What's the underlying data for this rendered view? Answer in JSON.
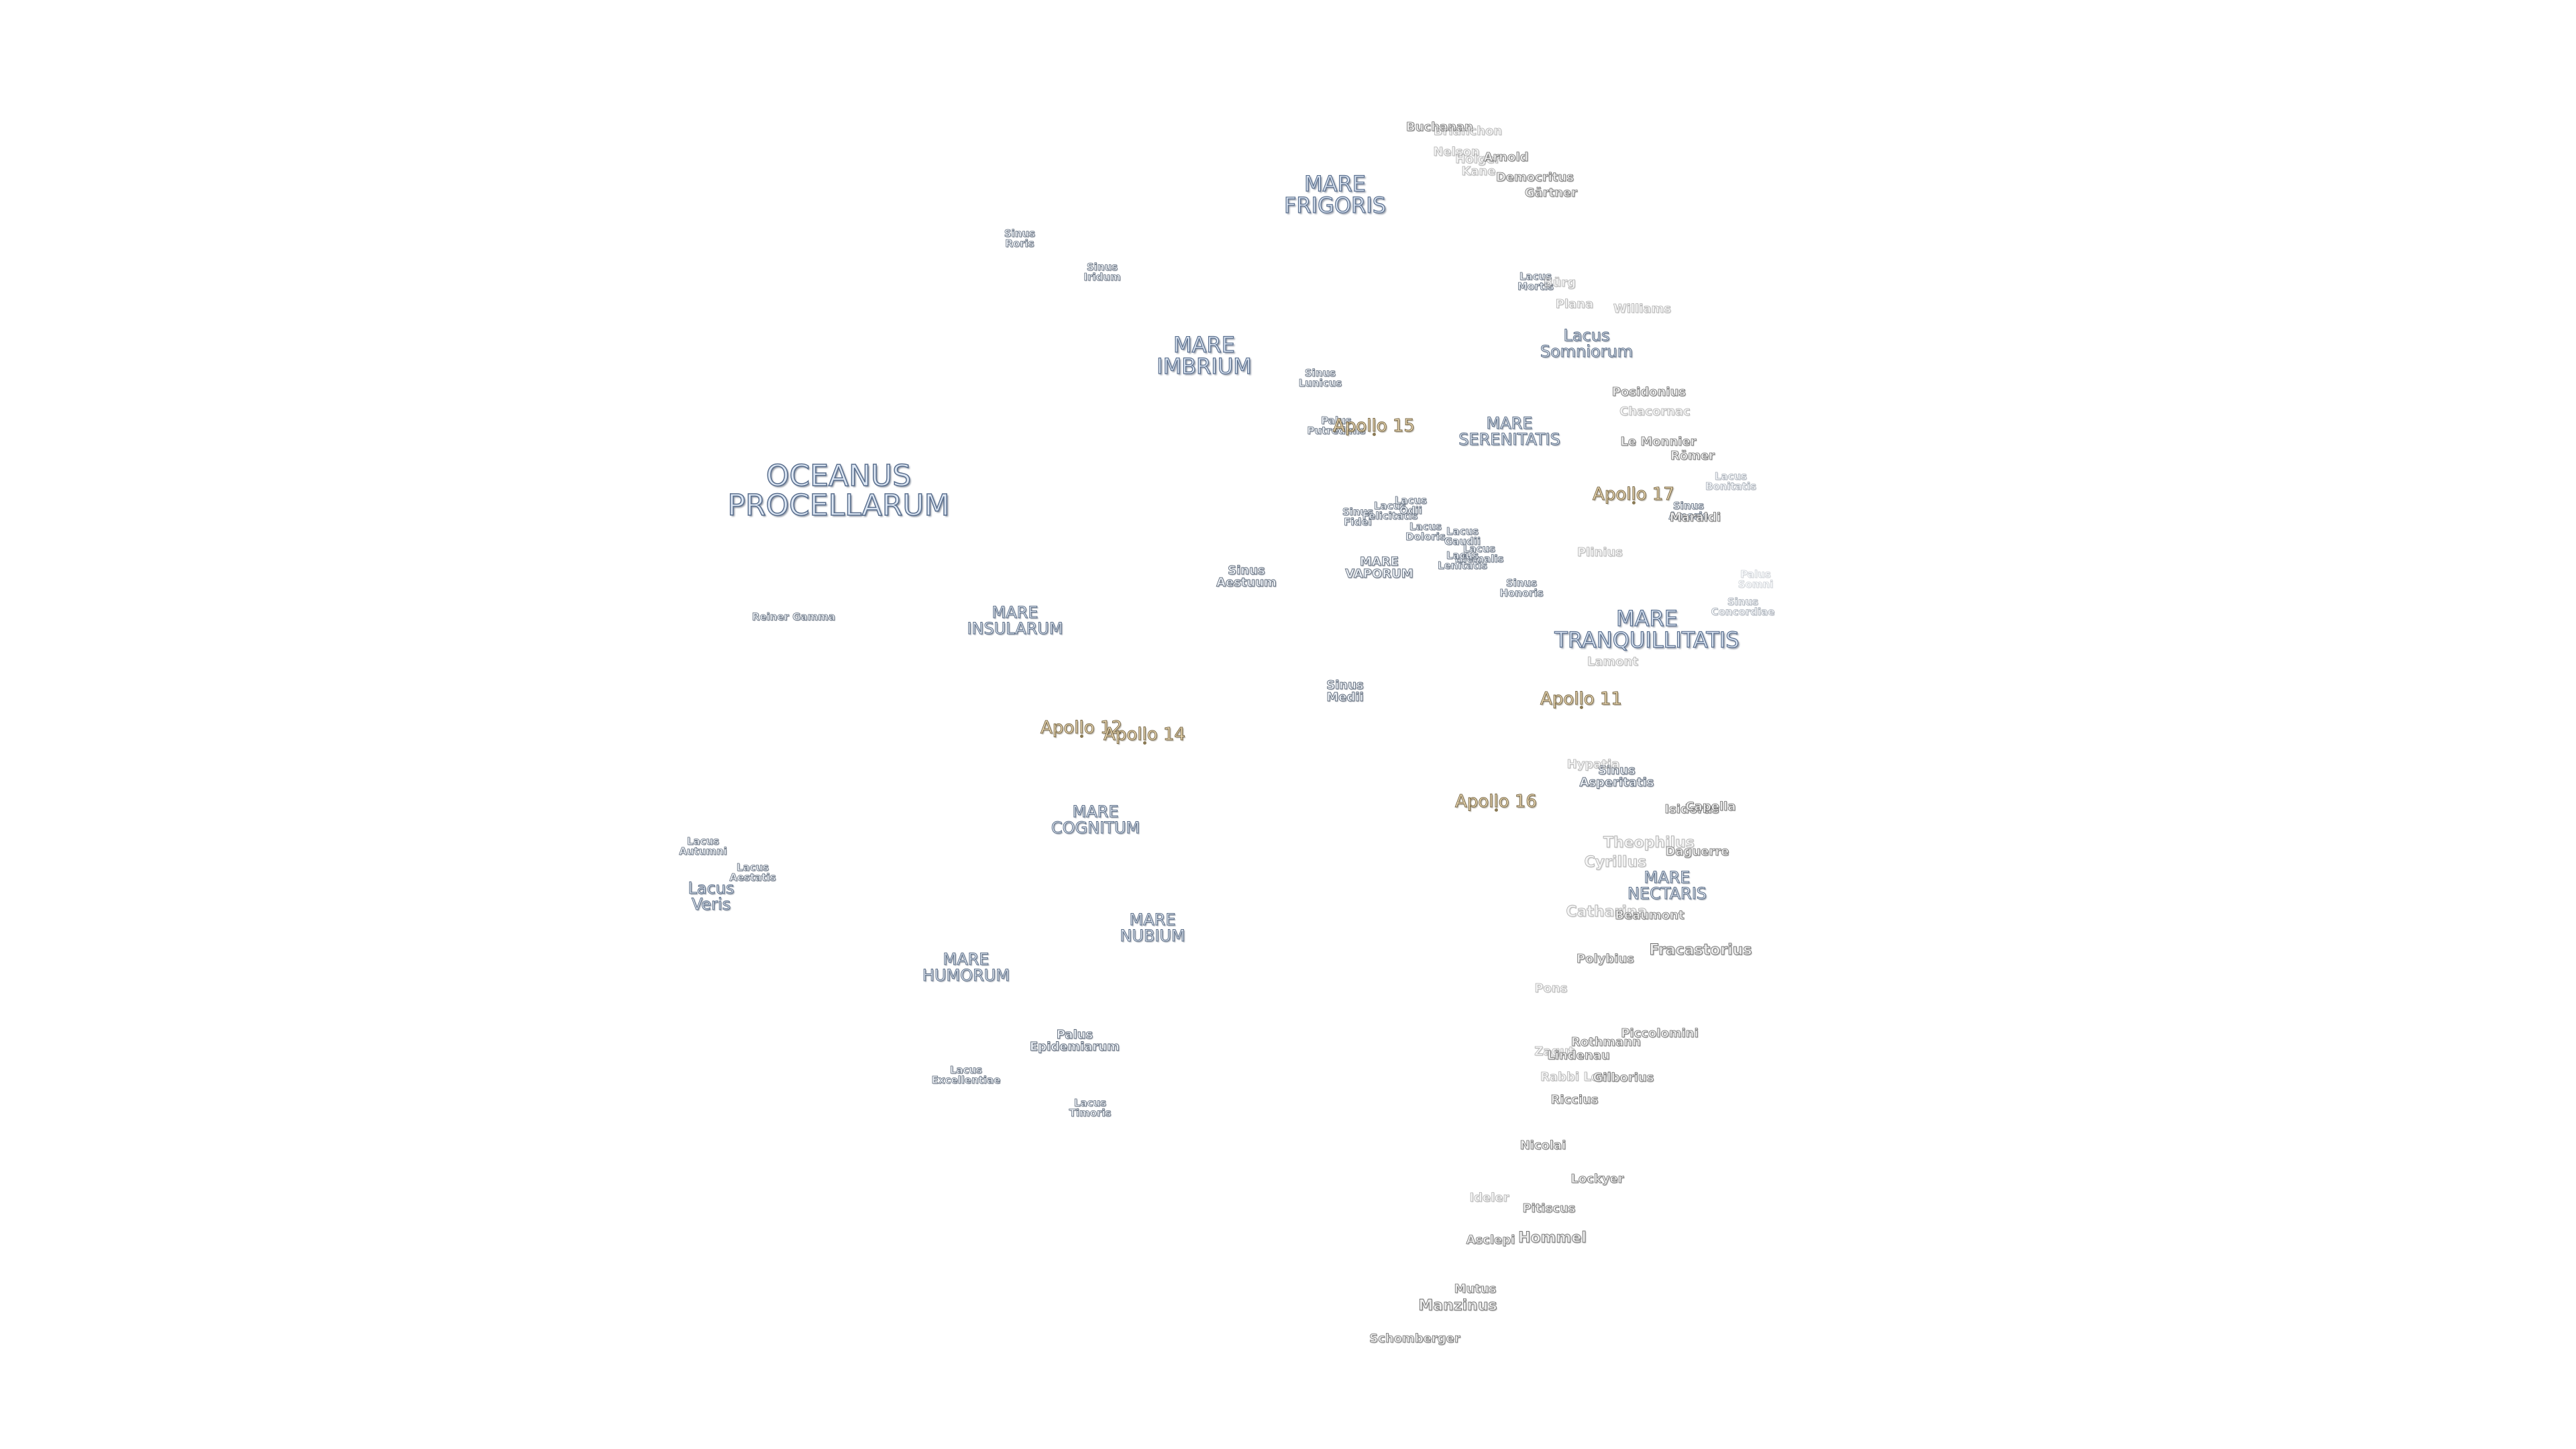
{
  "labels": [
    {
      "id": "oceanus-procellarum",
      "text": "OCEANUS\nPROCELLARUM",
      "kind": "mare-xl"
    },
    {
      "id": "mare-frigoris",
      "text": "MARE\nFRIGORIS",
      "kind": "mare-l"
    },
    {
      "id": "mare-imbrium",
      "text": "MARE\nIMBRIUM",
      "kind": "mare-l"
    },
    {
      "id": "mare-serenitatis",
      "text": "MARE\nSERENITATIS",
      "kind": "mare-m"
    },
    {
      "id": "mare-tranquillitatis",
      "text": "MARE\nTRANQUILLITATIS",
      "kind": "mare-l"
    },
    {
      "id": "mare-insularum",
      "text": "MARE\nINSULARUM",
      "kind": "mare-m"
    },
    {
      "id": "mare-cognitum",
      "text": "MARE\nCOGNITUM",
      "kind": "mare-m"
    },
    {
      "id": "mare-nubium",
      "text": "MARE\nNUBIUM",
      "kind": "mare-m"
    },
    {
      "id": "mare-humorum",
      "text": "MARE\nHUMORUM",
      "kind": "mare-m"
    },
    {
      "id": "mare-vaporum",
      "text": "MARE\nVAPORUM",
      "kind": "feat-s"
    },
    {
      "id": "mare-nectaris",
      "text": "MARE\nNECTARIS",
      "kind": "mare-m"
    },
    {
      "id": "sinus-roris",
      "text": "Sinus\nRoris",
      "kind": "feat-xs"
    },
    {
      "id": "sinus-iridum",
      "text": "Sinus\nIridum",
      "kind": "feat-xs"
    },
    {
      "id": "sinus-lunicus",
      "text": "Sinus\nLunicus",
      "kind": "feat-xs"
    },
    {
      "id": "palus-putredinis",
      "text": "Palus\nPutredinis",
      "kind": "feat-xs"
    },
    {
      "id": "sinus-aestuum",
      "text": "Sinus\nAestuum",
      "kind": "feat-s"
    },
    {
      "id": "sinus-medii",
      "text": "Sinus\nMedii",
      "kind": "feat-s"
    },
    {
      "id": "sinus-fidei",
      "text": "Sinus\nFidei",
      "kind": "feat-xs"
    },
    {
      "id": "lacus-felicitatis",
      "text": "Lacus\nFelicitatis",
      "kind": "feat-xs"
    },
    {
      "id": "lacus-odii",
      "text": "Lacus\nOdii",
      "kind": "feat-xs"
    },
    {
      "id": "lacus-doloris",
      "text": "Lacus\nDoloris",
      "kind": "feat-xs"
    },
    {
      "id": "lacus-gaudii",
      "text": "Lacus\nGaudii",
      "kind": "feat-xs"
    },
    {
      "id": "lacus-hiemalis",
      "text": "Lacus\nHiemalis",
      "kind": "feat-xs"
    },
    {
      "id": "lacus-lenitatis",
      "text": "Lacus\nLenitatis",
      "kind": "feat-xs"
    },
    {
      "id": "sinus-honoris",
      "text": "Sinus\nHonoris",
      "kind": "feat-xs"
    },
    {
      "id": "sinus-amoris",
      "text": "Sinus\nAmoris",
      "kind": "feat-xs"
    },
    {
      "id": "lacus-mortis",
      "text": "Lacus\nMortis",
      "kind": "feat-xs"
    },
    {
      "id": "lacus-somniorum",
      "text": "Lacus\nSomniorum",
      "kind": "mare-m"
    },
    {
      "id": "lacus-bonitatis",
      "text": "Lacus\nBonitatis",
      "kind": "feat-xs",
      "faint": 1
    },
    {
      "id": "palus-somni",
      "text": "Palus\nSomni",
      "kind": "feat-xs",
      "faint": 2
    },
    {
      "id": "sinus-concordiae",
      "text": "Sinus\nConcordiae",
      "kind": "feat-xs",
      "faint": 1
    },
    {
      "id": "sinus-asperitatis",
      "text": "Sinus\nAsperitatis",
      "kind": "feat-s"
    },
    {
      "id": "lacus-autumni",
      "text": "Lacus\nAutumni",
      "kind": "feat-xs"
    },
    {
      "id": "lacus-aestatis",
      "text": "Lacus\nAestatis",
      "kind": "feat-xs"
    },
    {
      "id": "lacus-veris",
      "text": "Lacus\nVeris",
      "kind": "mare-m"
    },
    {
      "id": "palus-epidemiarum",
      "text": "Palus\nEpidemiarum",
      "kind": "feat-s"
    },
    {
      "id": "lacus-excellentiae",
      "text": "Lacus\nExcellentiae",
      "kind": "feat-xs"
    },
    {
      "id": "lacus-timoris",
      "text": "Lacus\nTimoris",
      "kind": "feat-xs"
    },
    {
      "id": "reiner-gamma",
      "text": "Reiner Gamma",
      "kind": "feat-xs"
    },
    {
      "id": "buchanan",
      "text": "Buchanan",
      "kind": "crater"
    },
    {
      "id": "bilharz",
      "text": "Brianchon",
      "kind": "crater",
      "faint": 1
    },
    {
      "id": "nelson",
      "text": "Nelson",
      "kind": "crater",
      "faint": 1
    },
    {
      "id": "hargreaves",
      "text": "Holger",
      "kind": "crater",
      "faint": 1
    },
    {
      "id": "arnold",
      "text": "Arnold",
      "kind": "crater"
    },
    {
      "id": "kane",
      "text": "Kane",
      "kind": "crater",
      "faint": 1
    },
    {
      "id": "democritus",
      "text": "Democritus",
      "kind": "crater"
    },
    {
      "id": "gartner",
      "text": "Gärtner",
      "kind": "crater"
    },
    {
      "id": "burg",
      "text": "Bürg",
      "kind": "crater",
      "faint": 1
    },
    {
      "id": "plana",
      "text": "Plana",
      "kind": "crater",
      "faint": 1
    },
    {
      "id": "williams",
      "text": "Williams",
      "kind": "crater",
      "faint": 1
    },
    {
      "id": "posidonius",
      "text": "Posidonius",
      "kind": "crater"
    },
    {
      "id": "chacornac",
      "text": "Chacornac",
      "kind": "crater",
      "faint": 1
    },
    {
      "id": "le-monnier",
      "text": "Le Monnier",
      "kind": "crater"
    },
    {
      "id": "romer",
      "text": "Römer",
      "kind": "crater"
    },
    {
      "id": "maraldi",
      "text": "Maraldi",
      "kind": "crater"
    },
    {
      "id": "plinius",
      "text": "Plinius",
      "kind": "crater",
      "faint": 1
    },
    {
      "id": "lamont",
      "text": "Lamont",
      "kind": "crater",
      "faint": 1
    },
    {
      "id": "hypatia",
      "text": "Hypatia",
      "kind": "crater",
      "faint": 1
    },
    {
      "id": "isidorus",
      "text": "Isidorus",
      "kind": "crater"
    },
    {
      "id": "capella",
      "text": "Capella",
      "kind": "crater"
    },
    {
      "id": "theophilus",
      "text": "Theophilus",
      "kind": "crater-m",
      "faint": 1
    },
    {
      "id": "cyrillus",
      "text": "Cyrillus",
      "kind": "crater-m",
      "faint": 1
    },
    {
      "id": "daguerre",
      "text": "Daguerre",
      "kind": "crater"
    },
    {
      "id": "catharina",
      "text": "Catharina",
      "kind": "crater-m",
      "faint": 1
    },
    {
      "id": "beaumont",
      "text": "Beaumont",
      "kind": "crater"
    },
    {
      "id": "fracastorius",
      "text": "Fracastorius",
      "kind": "crater-m"
    },
    {
      "id": "polybius",
      "text": "Polybius",
      "kind": "crater"
    },
    {
      "id": "pons",
      "text": "Pons",
      "kind": "crater",
      "faint": 1
    },
    {
      "id": "piccolomini",
      "text": "Piccolomini",
      "kind": "crater"
    },
    {
      "id": "rothmann",
      "text": "Rothmann",
      "kind": "crater"
    },
    {
      "id": "zagut",
      "text": "Zagut",
      "kind": "crater",
      "faint": 1
    },
    {
      "id": "lindenau",
      "text": "Lindenau",
      "kind": "crater"
    },
    {
      "id": "rabbi-levi",
      "text": "Rabbi Levi",
      "kind": "crater",
      "faint": 1
    },
    {
      "id": "gilborius",
      "text": "Gilborius",
      "kind": "crater"
    },
    {
      "id": "riccius",
      "text": "Riccius",
      "kind": "crater"
    },
    {
      "id": "nicolai",
      "text": "Nicolai",
      "kind": "crater"
    },
    {
      "id": "lockyer",
      "text": "Lockyer",
      "kind": "crater"
    },
    {
      "id": "pitiscus",
      "text": "Pitiscus",
      "kind": "crater"
    },
    {
      "id": "hommel",
      "text": "Hommel",
      "kind": "crater-m"
    },
    {
      "id": "asclepi",
      "text": "Asclepi",
      "kind": "crater"
    },
    {
      "id": "mutus",
      "text": "Mutus",
      "kind": "crater"
    },
    {
      "id": "manzinus",
      "text": "Manzinus",
      "kind": "crater-m"
    },
    {
      "id": "schomberger",
      "text": "Schomberger",
      "kind": "crater"
    },
    {
      "id": "ideler",
      "text": "Ideler",
      "kind": "crater",
      "faint": 1
    }
  ],
  "apollo_sites": [
    {
      "id": "apollo-15",
      "text": "Apollo 15"
    },
    {
      "id": "apollo-17",
      "text": "Apollo 17"
    },
    {
      "id": "apollo-11",
      "text": "Apollo 11"
    },
    {
      "id": "apollo-12",
      "text": "Apollo 12"
    },
    {
      "id": "apollo-14",
      "text": "Apollo 14"
    },
    {
      "id": "apollo-16",
      "text": "Apollo 16"
    }
  ],
  "colors": {
    "mare_fill": "#dce6f3",
    "mare_stroke": "#5a6f8e",
    "apollo_fill": "#f1dfb9",
    "crater_fill": "#ededed"
  }
}
